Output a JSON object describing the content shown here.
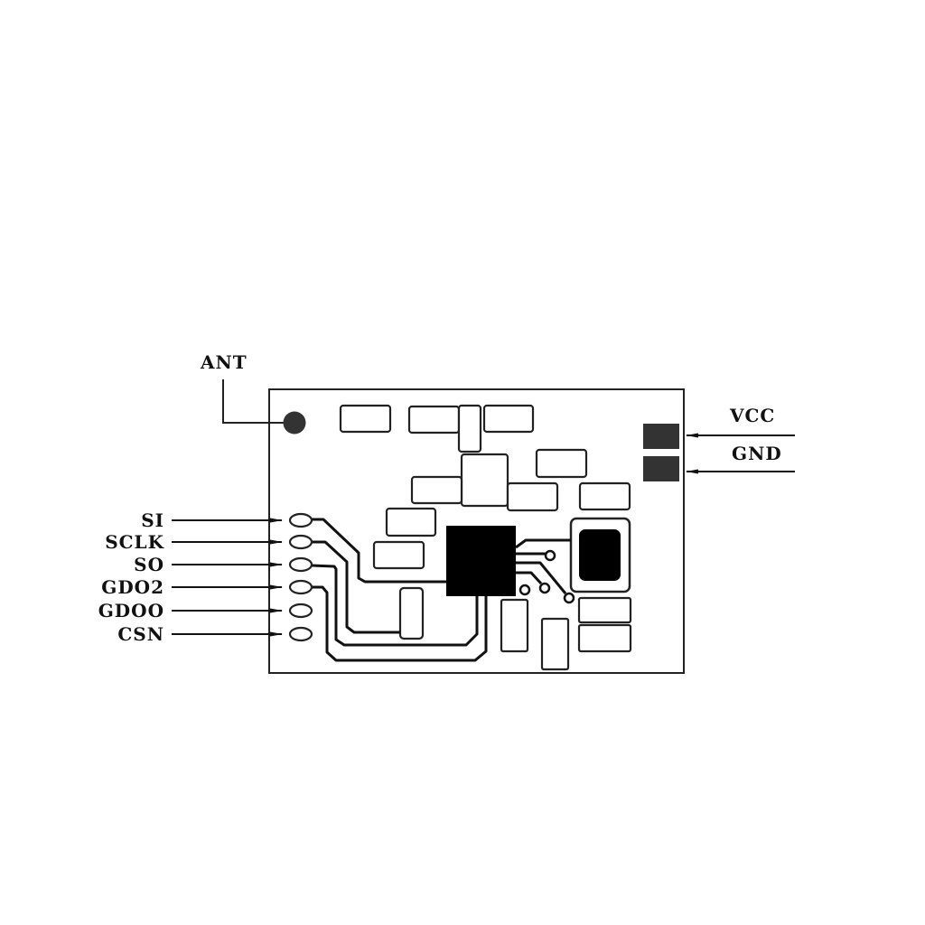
{
  "labels": {
    "antenna": "ANT",
    "vcc": "VCC",
    "gnd": "GND"
  },
  "pins": [
    {
      "label": "SI"
    },
    {
      "label": "SCLK"
    },
    {
      "label": "SO"
    },
    {
      "label": "GDO2"
    },
    {
      "label": "GDOO"
    },
    {
      "label": "CSN"
    }
  ],
  "colors": {
    "ink": "#111111",
    "pad": "#333333",
    "background": "#ffffff"
  }
}
